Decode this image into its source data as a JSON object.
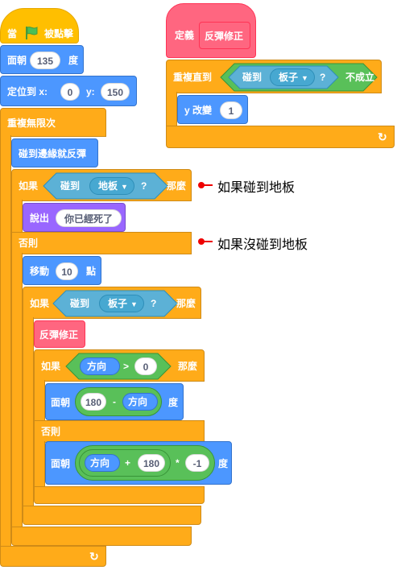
{
  "main": {
    "hat_when": "當",
    "hat_clicked": "被點擊",
    "point_dir": "面朝",
    "point_val": "135",
    "deg": "度",
    "goto": "定位到 x:",
    "goto_x": "0",
    "goto_y_label": "y:",
    "goto_y": "150",
    "forever": "重複無限次",
    "bounce": "碰到邊緣就反彈",
    "if1": "如果",
    "touching": "碰到",
    "floor": "地板",
    "q": "?",
    "then": "那麼",
    "say": "說出",
    "say_text": "你已經死了",
    "else1": "否則",
    "move": "移動",
    "move_val": "10",
    "steps": "點",
    "if2": "如果",
    "paddle": "板子",
    "call_fix": "反彈修正",
    "if3": "如果",
    "direction": "方向",
    "gt": ">",
    "zero": "0",
    "point_dir2": "面朝",
    "v180a": "180",
    "minus": "-",
    "else3": "否則",
    "point_dir3": "面朝",
    "plus": "+",
    "v180b": "180",
    "times": "*",
    "neg1": "-1"
  },
  "define": {
    "define_label": "定義",
    "proc_name": "反彈修正",
    "repeat_until": "重複直到",
    "touching": "碰到",
    "paddle": "板子",
    "q": "?",
    "not": "不成立",
    "change_y": "y 改變",
    "change_val": "1"
  },
  "annotations": {
    "touch_floor": "如果碰到地板",
    "not_touch_floor": "如果沒碰到地板"
  },
  "colors": {
    "events": "#FFBF00",
    "control": "#FFAB19",
    "motion": "#4C97FF",
    "looks": "#9966FF",
    "sensing": "#5CB1D6",
    "operator": "#59C059",
    "myblocks": "#FF6680",
    "annotation": "#E00000"
  }
}
